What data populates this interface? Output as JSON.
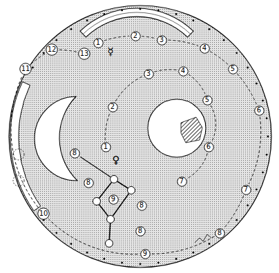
{
  "diagram": {
    "nodes": [
      {
        "text": [
          "1"
        ]
      },
      {
        "text": [
          "2"
        ]
      },
      {
        "text": [
          "3"
        ]
      },
      {
        "text": [
          "4"
        ]
      },
      {
        "text": [
          "5"
        ]
      },
      {
        "text": [
          "6"
        ]
      },
      {
        "text": [
          "7"
        ]
      },
      {
        "text": [
          "8"
        ]
      },
      {
        "text": [
          "9"
        ]
      },
      {
        "text": [
          "10"
        ]
      },
      {
        "text": [
          "11"
        ]
      },
      {
        "text": [
          "12"
        ]
      },
      {
        "text": [
          "13"
        ]
      },
      {
        "text": [
          "1"
        ]
      },
      {
        "text": [
          "2"
        ]
      },
      {
        "text": [
          "3"
        ]
      },
      {
        "text": [
          "4"
        ]
      },
      {
        "text": [
          "5"
        ]
      },
      {
        "text": [
          "6"
        ]
      },
      {
        "text": [
          "7"
        ]
      },
      {
        "text": [
          "8"
        ]
      },
      {
        "text": [
          "8"
        ]
      },
      {
        "text": [
          "9"
        ]
      },
      {
        "text": [
          "8"
        ]
      },
      {
        "text": [
          "8"
        ]
      }
    ],
    "edges": [
      {
        "from": 0,
        "to": 1,
        "arrow": "none"
      },
      {
        "from": 1,
        "to": 2,
        "arrow": "none"
      },
      {
        "from": 2,
        "to": 3,
        "arrow": "none"
      },
      {
        "from": 3,
        "to": 4,
        "arrow": "none"
      },
      {
        "from": 4,
        "to": 5,
        "arrow": "none"
      },
      {
        "from": 5,
        "to": 6,
        "arrow": "none"
      },
      {
        "from": 6,
        "to": 7,
        "arrow": "none"
      },
      {
        "from": 7,
        "to": 8,
        "arrow": "none"
      },
      {
        "from": 8,
        "to": 9,
        "arrow": "none"
      },
      {
        "from": 9,
        "to": 10,
        "arrow": "none"
      },
      {
        "from": 10,
        "to": 11,
        "arrow": "none"
      },
      {
        "from": 11,
        "to": 12,
        "arrow": "none"
      },
      {
        "from": 13,
        "to": 14,
        "arrow": "none"
      },
      {
        "from": 14,
        "to": 15,
        "arrow": "none"
      },
      {
        "from": 15,
        "to": 16,
        "arrow": "none"
      },
      {
        "from": 16,
        "to": 17,
        "arrow": "none"
      },
      {
        "from": 17,
        "to": 18,
        "arrow": "none"
      },
      {
        "from": 18,
        "to": 19,
        "arrow": "none"
      }
    ],
    "labels": [
      "☿",
      "♀"
    ]
  }
}
